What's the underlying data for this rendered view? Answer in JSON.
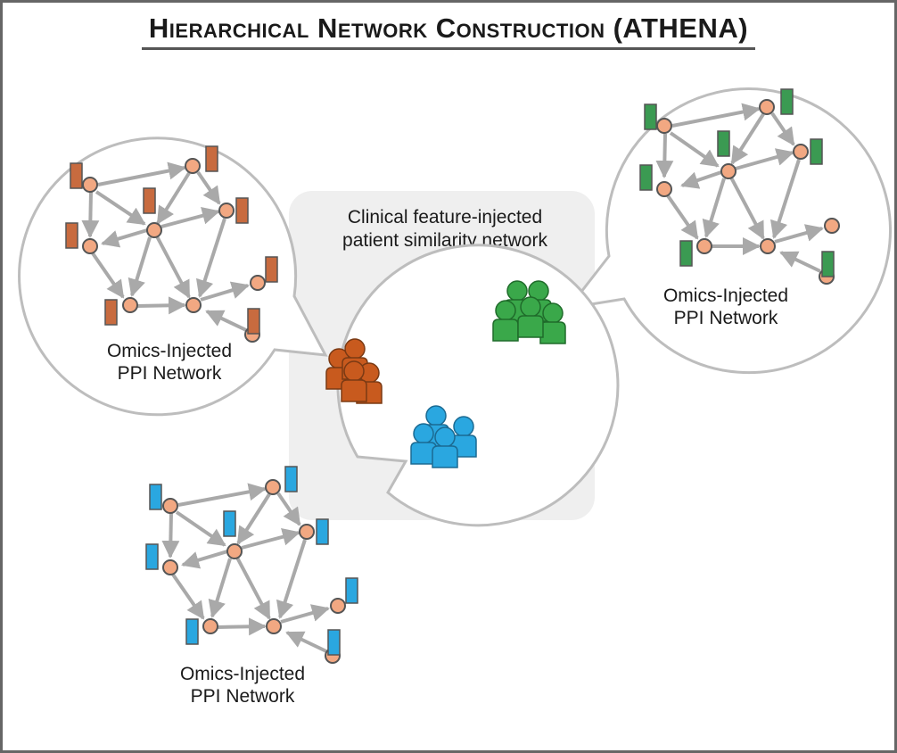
{
  "title": "Hierarchical Network Construction (ATHENA)",
  "center_label": [
    "Clinical feature-injected",
    "patient similarity network"
  ],
  "network_labels": {
    "left": [
      "Omics-Injected",
      "PPI Network"
    ],
    "right": [
      "Omics-Injected",
      "PPI Network"
    ],
    "bottom": [
      "Omics-Injected",
      "PPI Network"
    ]
  },
  "colors": {
    "brown": "#c85a1e",
    "green": "#3aa84a",
    "blue": "#2aa7e0",
    "node": "#f2a882",
    "edge": "#a9a9a9",
    "panel": "#efefef"
  },
  "icons": [
    "patient-group-brown-icon",
    "patient-group-green-icon",
    "patient-group-blue-icon"
  ]
}
